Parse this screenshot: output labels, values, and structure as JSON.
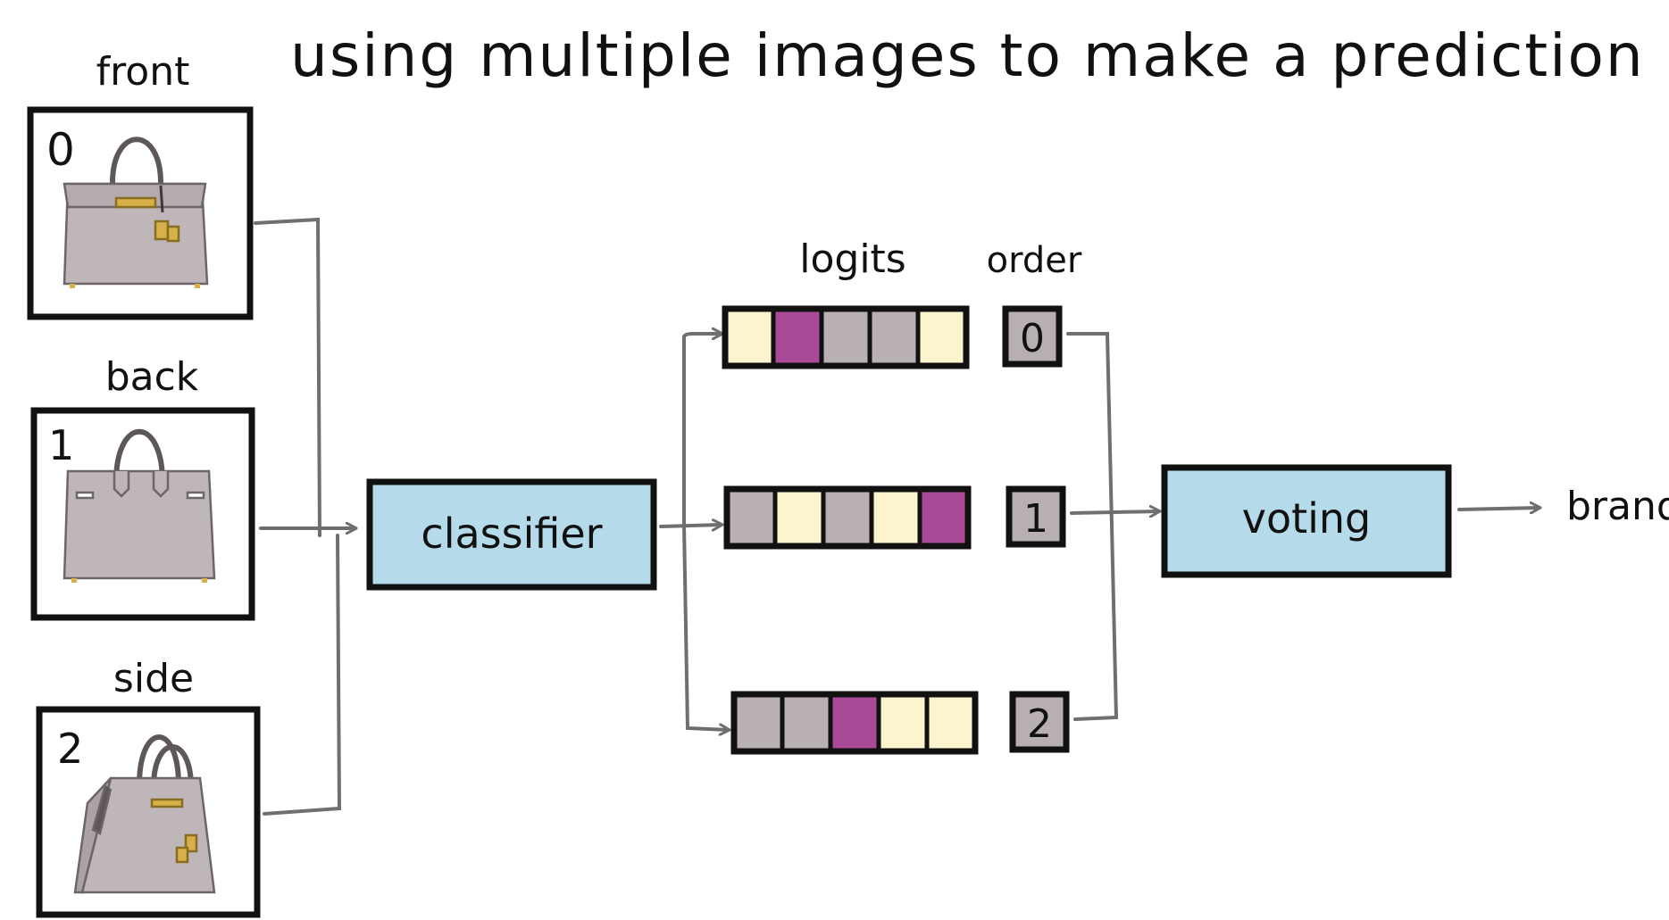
{
  "title": "using multiple images to make a prediction",
  "views": [
    {
      "label": "front",
      "index": "0",
      "icon": "handbag-front-icon"
    },
    {
      "label": "back",
      "index": "1",
      "icon": "handbag-back-icon"
    },
    {
      "label": "side",
      "index": "2",
      "icon": "handbag-side-icon"
    }
  ],
  "classifier_label": "classifier",
  "logits_header": "logits",
  "order_header": "order",
  "logit_rows": [
    {
      "order": "0",
      "cells": [
        "yellow",
        "magenta",
        "gray",
        "gray",
        "yellow"
      ]
    },
    {
      "order": "1",
      "cells": [
        "gray",
        "yellow",
        "gray",
        "yellow",
        "magenta"
      ]
    },
    {
      "order": "2",
      "cells": [
        "gray",
        "gray",
        "magenta",
        "yellow",
        "yellow"
      ]
    }
  ],
  "voting_label": "voting",
  "output_label": "brand",
  "colors": {
    "yellow": "#fbf4cd",
    "magenta": "#a84a98",
    "gray": "#b8b0b3",
    "order_box": "#b7afb2",
    "process_box": "#b5dbea",
    "bag": "#bfb6b9",
    "bag_hardware": "#d8b04a",
    "arrow": "#6f6f6f",
    "ink": "#111111"
  }
}
